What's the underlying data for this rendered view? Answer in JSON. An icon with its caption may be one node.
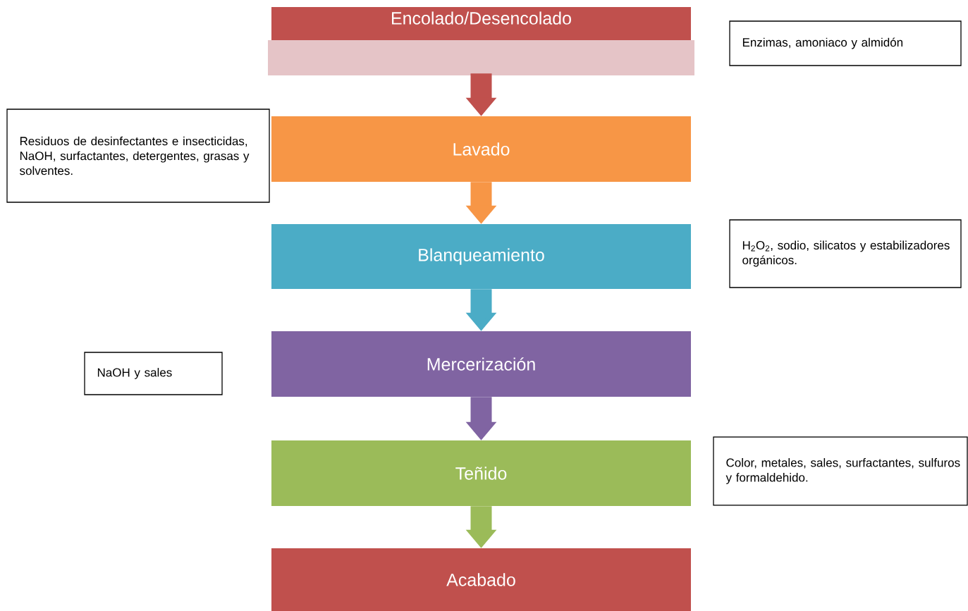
{
  "diagram": {
    "nodes": [
      {
        "text": [
          "Encolado/Desencolado"
        ]
      },
      {
        "text": [
          "Enzimas, amoniaco y almidón"
        ]
      },
      {
        "text": [
          "Residuos de desinfectantes e insecticidas, NaOH, surfactantes, detergentes, grasas y solventes."
        ]
      },
      {
        "text": [
          "Lavado"
        ]
      },
      {
        "text": [
          "Blanqueamiento"
        ]
      },
      {
        "text": [
          "H$_{2}$O$_{2}$, sodio, silicatos y estabilizadores orgánicos."
        ]
      },
      {
        "text": [
          "Mercerización"
        ]
      },
      {
        "text": [
          "NaOH y sales"
        ]
      },
      {
        "text": [
          "Teñido"
        ]
      },
      {
        "text": [
          "Color, metales, sales, surfactantes, sulfuros y formaldehido."
        ]
      },
      {
        "text": [
          "Acabado"
        ]
      }
    ],
    "edges": [
      {
        "from": 0,
        "to": 3,
        "arrow": "to",
        "color": "#c0504d"
      },
      {
        "from": 3,
        "to": 4,
        "arrow": "to",
        "color": "#f79646"
      },
      {
        "from": 4,
        "to": 6,
        "arrow": "to",
        "color": "#4bacc6"
      },
      {
        "from": 6,
        "to": 8,
        "arrow": "to",
        "color": "#8064a2"
      },
      {
        "from": 8,
        "to": 10,
        "arrow": "to",
        "color": "#9bbb59"
      }
    ]
  }
}
